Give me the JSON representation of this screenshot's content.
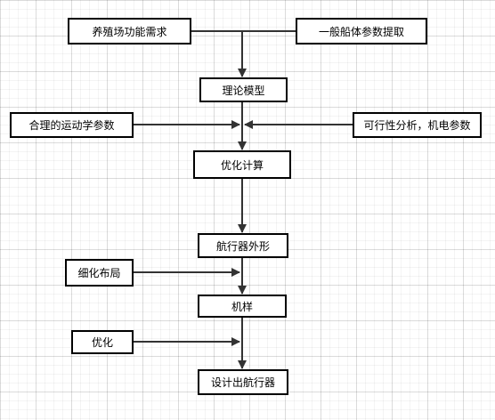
{
  "colors": {
    "line": "#333333",
    "box_border": "#000000",
    "box_fill": "#ffffff",
    "grid": "#e5e5e5"
  },
  "nodes": {
    "breeding_requirements": "养殖场功能需求",
    "hull_parameters": "一般船体参数提取",
    "theoretical_model": "理论模型",
    "motion_parameters": "合理的运动学参数",
    "feasibility_analysis": "可行性分析，机电参数",
    "optimization_calculation": "优化计算",
    "vehicle_shape": "航行器外形",
    "detailed_layout": "细化布局",
    "prototype": "机样",
    "optimization": "优化",
    "design_vehicle": "设计出航行器"
  }
}
